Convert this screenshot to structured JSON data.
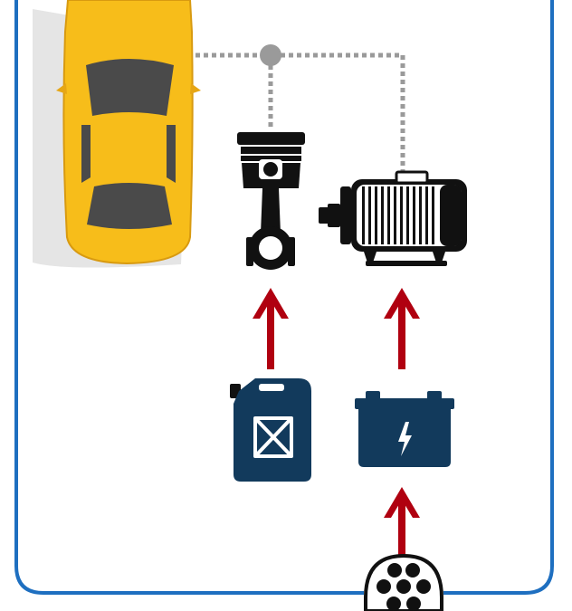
{
  "diagram": {
    "colors": {
      "frame": "#1e6fc0",
      "arrow": "#b00010",
      "connector": "#9a9a9a",
      "icon_fill": "#123a5c",
      "car_body": "#f7bd1a",
      "car_glass": "#4a4a4a",
      "outline": "#111111"
    },
    "nodes": [
      {
        "id": "car",
        "icon": "car-icon"
      },
      {
        "id": "engine",
        "icon": "piston-icon"
      },
      {
        "id": "motor",
        "icon": "electric-motor-icon"
      },
      {
        "id": "fuel",
        "icon": "fuel-can-icon"
      },
      {
        "id": "battery",
        "icon": "battery-icon"
      },
      {
        "id": "plug",
        "icon": "charging-plug-icon"
      }
    ],
    "edges": [
      {
        "from": "engine",
        "to": "car",
        "style": "dotted"
      },
      {
        "from": "motor",
        "to": "car",
        "style": "dotted"
      },
      {
        "from": "fuel",
        "to": "engine",
        "style": "arrow"
      },
      {
        "from": "battery",
        "to": "motor",
        "style": "arrow"
      },
      {
        "from": "plug",
        "to": "battery",
        "style": "arrow"
      }
    ]
  }
}
